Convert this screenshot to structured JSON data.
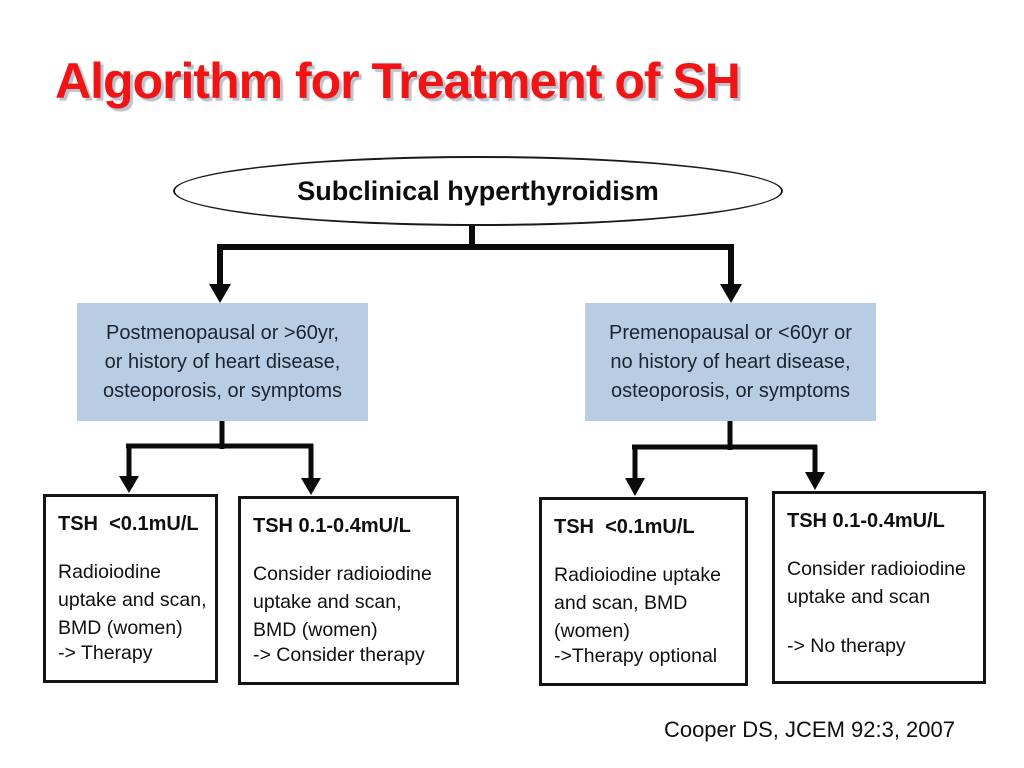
{
  "title": "Algorithm for Treatment of SH",
  "root": {
    "label": "Subclinical hyperthyroidism"
  },
  "condition_boxes": [
    {
      "lines": [
        "Postmenopausal or >60yr,",
        "or history of heart disease,",
        "osteoporosis, or symptoms"
      ]
    },
    {
      "lines": [
        "Premenopausal or <60yr or",
        "no history of heart disease,",
        "osteoporosis, or symptoms"
      ]
    }
  ],
  "outcome_boxes": [
    {
      "header": "TSH  <0.1mU/L",
      "body": "Radioiodine uptake and scan, BMD (women)",
      "action": "-> Therapy"
    },
    {
      "header": "TSH 0.1-0.4mU/L",
      "body": "Consider radioiodine uptake and scan, BMD (women)",
      "action": "-> Consider therapy"
    },
    {
      "header": "TSH  <0.1mU/L",
      "body": "Radioiodine uptake and scan, BMD (women)",
      "action": "->Therapy optional"
    },
    {
      "header": "TSH 0.1-0.4mU/L",
      "body": "Consider radioiodine uptake and scan",
      "action": "-> No therapy"
    }
  ],
  "citation": "Cooper DS, JCEM 92:3, 2007",
  "colors": {
    "title_red": "#f11414",
    "condition_fill": "#b8cce4",
    "condition_text": "#1b2430",
    "box_border": "#141414",
    "connector": "#0b0b0b"
  }
}
